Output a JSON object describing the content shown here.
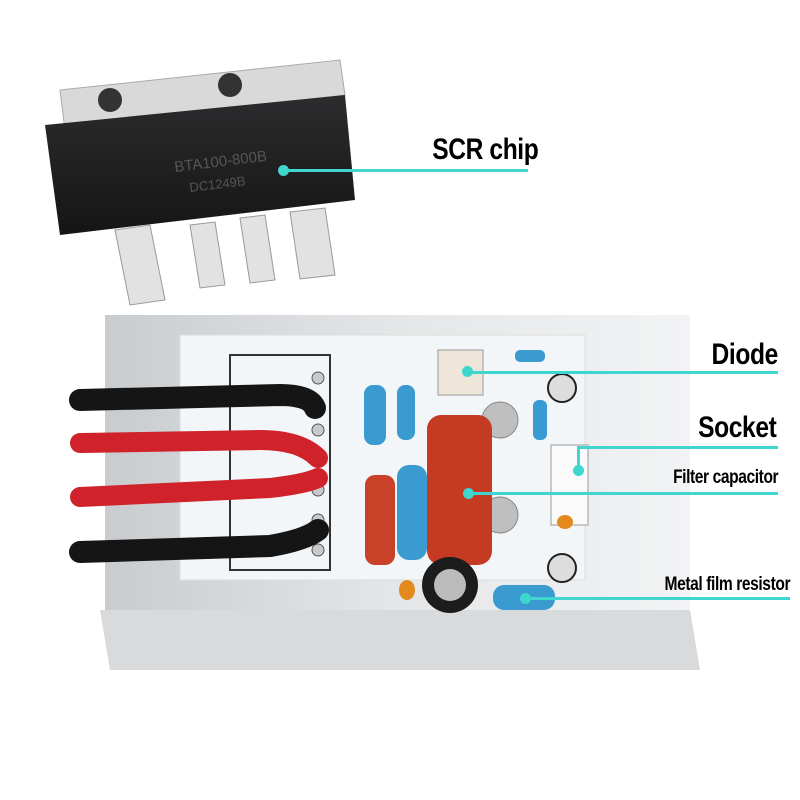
{
  "product_image": {
    "chip_marking": [
      "BTA100-800B",
      "DC1249B"
    ],
    "accent_color": "#3fd6d0"
  },
  "callouts": [
    {
      "label": "SCR chip"
    },
    {
      "label": "Diode"
    },
    {
      "label": "Socket"
    },
    {
      "label": "Filter capacitor"
    },
    {
      "label": "Metal film resistor"
    }
  ]
}
